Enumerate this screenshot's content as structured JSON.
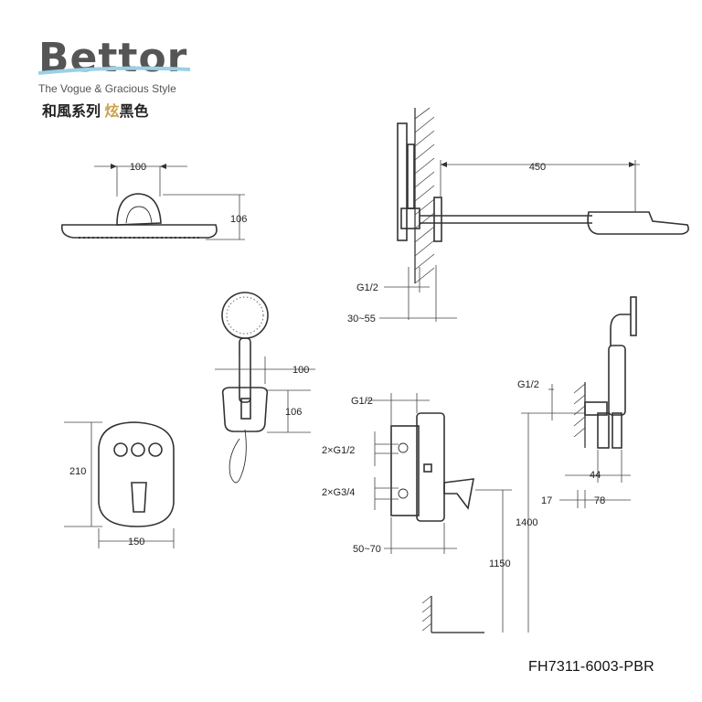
{
  "brand": {
    "name": "Bettor",
    "tagline": "The Vogue & Gracious Style",
    "series_prefix": "和風系列 ",
    "series_highlight": "炫",
    "series_suffix": "黑色"
  },
  "model_code": "FH7311-6003-PBR",
  "dimensions": {
    "overhead_width": "100",
    "overhead_height": "106",
    "arm_length": "450",
    "wall_thread": "G1/2",
    "wall_depth": "30~55",
    "handheld_width": "100",
    "handheld_height": "106",
    "plate_height": "210",
    "plate_width": "150",
    "valve_top_thread": "G1/2",
    "valve_mid_thread": "2×G1/2",
    "valve_low_thread": "2×G3/4",
    "valve_depth": "50~70",
    "height_1150": "1150",
    "height_1400": "1400",
    "holder_thread": "G1/2",
    "holder_44": "44",
    "holder_17": "17",
    "holder_78": "78"
  }
}
